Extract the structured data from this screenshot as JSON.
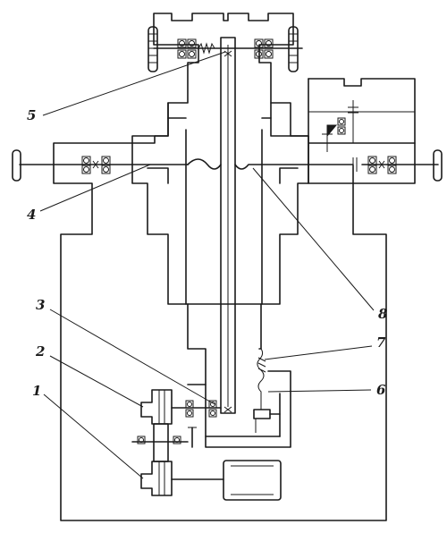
{
  "labels": {
    "l1": "1",
    "l2": "2",
    "l3": "3",
    "l4": "4",
    "l5": "5",
    "l6": "6",
    "l7": "7",
    "l8": "8"
  },
  "colors": {
    "ink": "#1a1a1a",
    "paper": "#ffffff"
  }
}
